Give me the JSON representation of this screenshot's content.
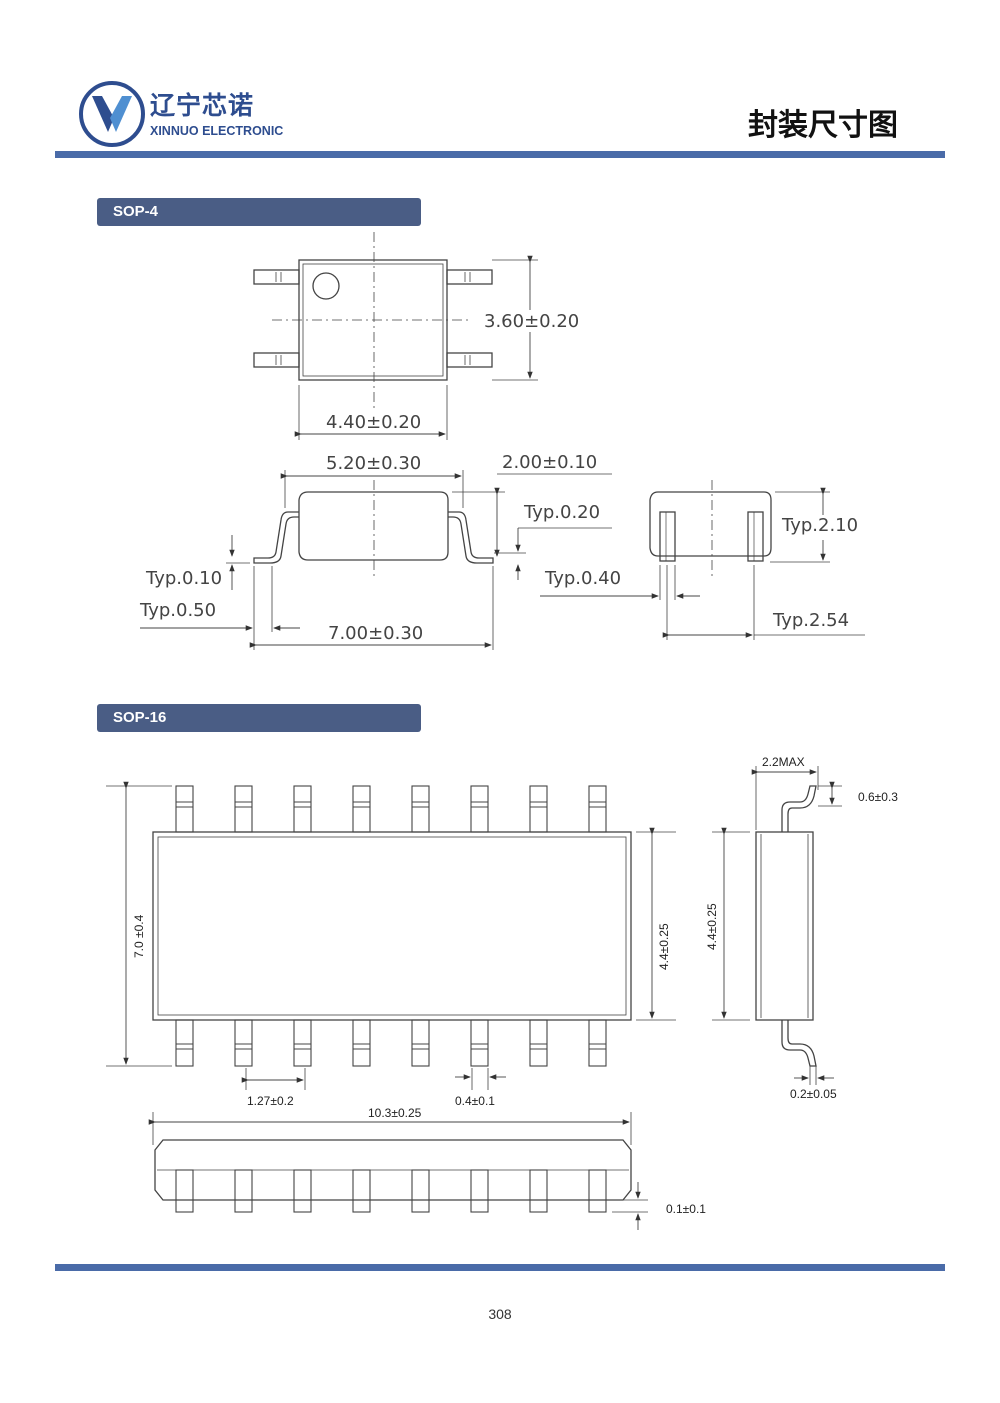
{
  "header": {
    "logo_cn": "辽宁芯诺",
    "logo_en": "XINNUO ELECTRONIC",
    "title": "封装尺寸图"
  },
  "sections": [
    {
      "label": "SOP-4",
      "dims": {
        "height": "3.60±0.20",
        "body_width": "4.40±0.20",
        "body_length": "5.20±0.30",
        "total_height": "2.00±0.10",
        "lead_thickness": "Typ.0.20",
        "standoff": "Typ.0.10",
        "lead_foot": "Typ.0.50",
        "span": "7.00±0.30",
        "side_height": "Typ.2.10",
        "lead_width": "Typ.0.40",
        "pitch": "Typ.2.54"
      }
    },
    {
      "label": "SOP-16",
      "dims": {
        "total_width": "7.0 ±0.4",
        "body_height": "4.4±0.25",
        "side_body_height": "4.4±0.25",
        "pitch": "1.27±0.2",
        "lead_width": "0.4±0.1",
        "body_length": "10.3±0.25",
        "standoff": "0.1±0.1",
        "max_height": "2.2MAX",
        "lead_length": "0.6±0.3",
        "lead_thickness": "0.2±0.05"
      }
    }
  ],
  "footer": {
    "page_number": "308"
  }
}
